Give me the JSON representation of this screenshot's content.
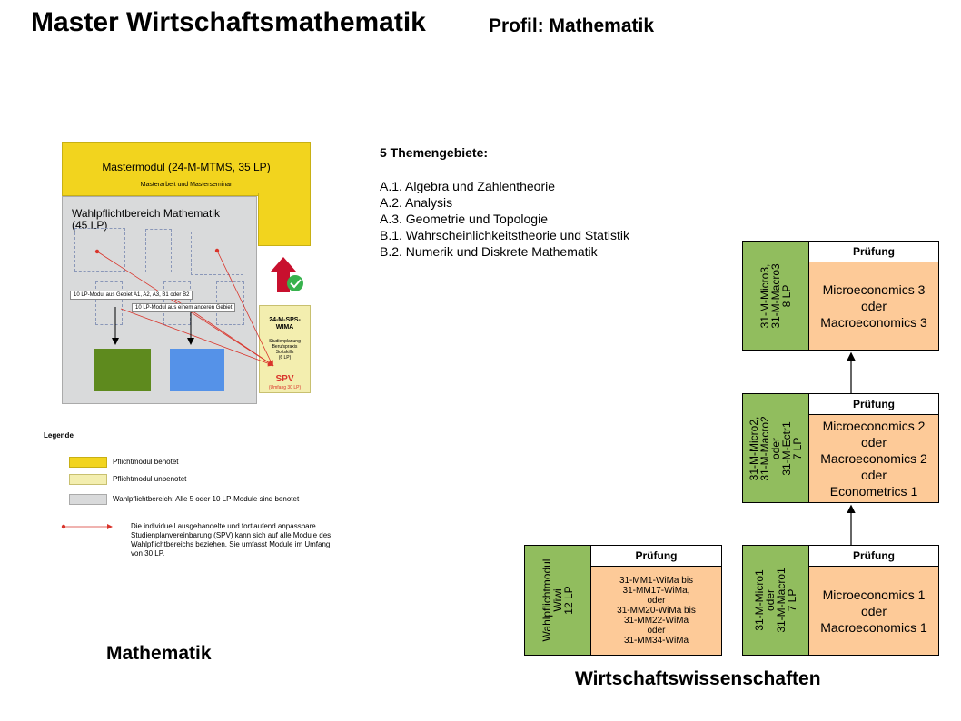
{
  "header": {
    "title": "Master Wirtschaftsmathematik",
    "profile": "Profil: Mathematik"
  },
  "math_diagram": {
    "master_module": {
      "title": "Mastermodul (24-M-MTMS, 35 LP)",
      "subtitle": "Masterarbeit und Masterseminar"
    },
    "elective": {
      "title": "Wahlpflichtbereich Mathematik\n(45 LP)",
      "label_math": "10 LP-Modul aus Gebiet  A1, A2, A3, B1 oder B2",
      "label_other": "10 LP-Modul aus einem anderen Gebiet"
    },
    "sps": {
      "title": "24-M-SPS-\nWIMA",
      "desc": "Studienplanung\nBerufspraxis\nSoftskills\n(6 LP)",
      "spv": "SPV",
      "spv_sub": "(Umfang 30 LP)"
    },
    "label": "Mathematik"
  },
  "legend": {
    "title": "Legende",
    "items": [
      "Pflichtmodul benotet",
      "Pflichtmodul unbenotet",
      "Wahlpflichtbereich: Alle 5 oder 10 LP-Module sind benotet",
      "Die individuell ausgehandelte und fortlaufend anpassbare Studienplanvereinbarung (SPV) kann sich auf alle Module des Wahlpflichtbereichs beziehen. Sie umfasst Module im Umfang von 30 LP."
    ]
  },
  "topics": {
    "heading": "5 Themengebiete:",
    "items": [
      "A.1. Algebra und Zahlentheorie",
      "A.2. Analysis",
      "A.3. Geometrie und Topologie",
      "B.1. Wahrscheinlichkeitstheorie und Statistik",
      "B.2. Numerik und Diskrete Mathematik"
    ]
  },
  "economics": {
    "label": "Wirtschaftswissenschaften",
    "exam_label": "Prüfung",
    "modules": {
      "wiwi": {
        "side": "Wahlpflichtmodul\nWiwi\n12 LP",
        "body": "31-MM1-WiMa bis\n31-MM17-WiMa,\noder\n31-MM20-WiMa bis\n31-MM22-WiMa\noder\n31-MM34-WiMa"
      },
      "level1": {
        "side": "31-M-Micro1\noder\n31-M-Macro1\n7 LP",
        "body": "Microeconomics 1\noder\nMacroeconomics 1"
      },
      "level2": {
        "side": "31-M-Micro2,\n31-M-Macro2\noder\n31-M-Ectr1\n7 LP",
        "body": "Microeconomics 2\noder\nMacroeconomics 2\noder\nEconometrics 1"
      },
      "level3": {
        "side": "31-M-Micro3,\n31-M-Macro3\n8 LP",
        "body": "Microeconomics 3\noder\nMacroeconomics 3"
      }
    }
  }
}
